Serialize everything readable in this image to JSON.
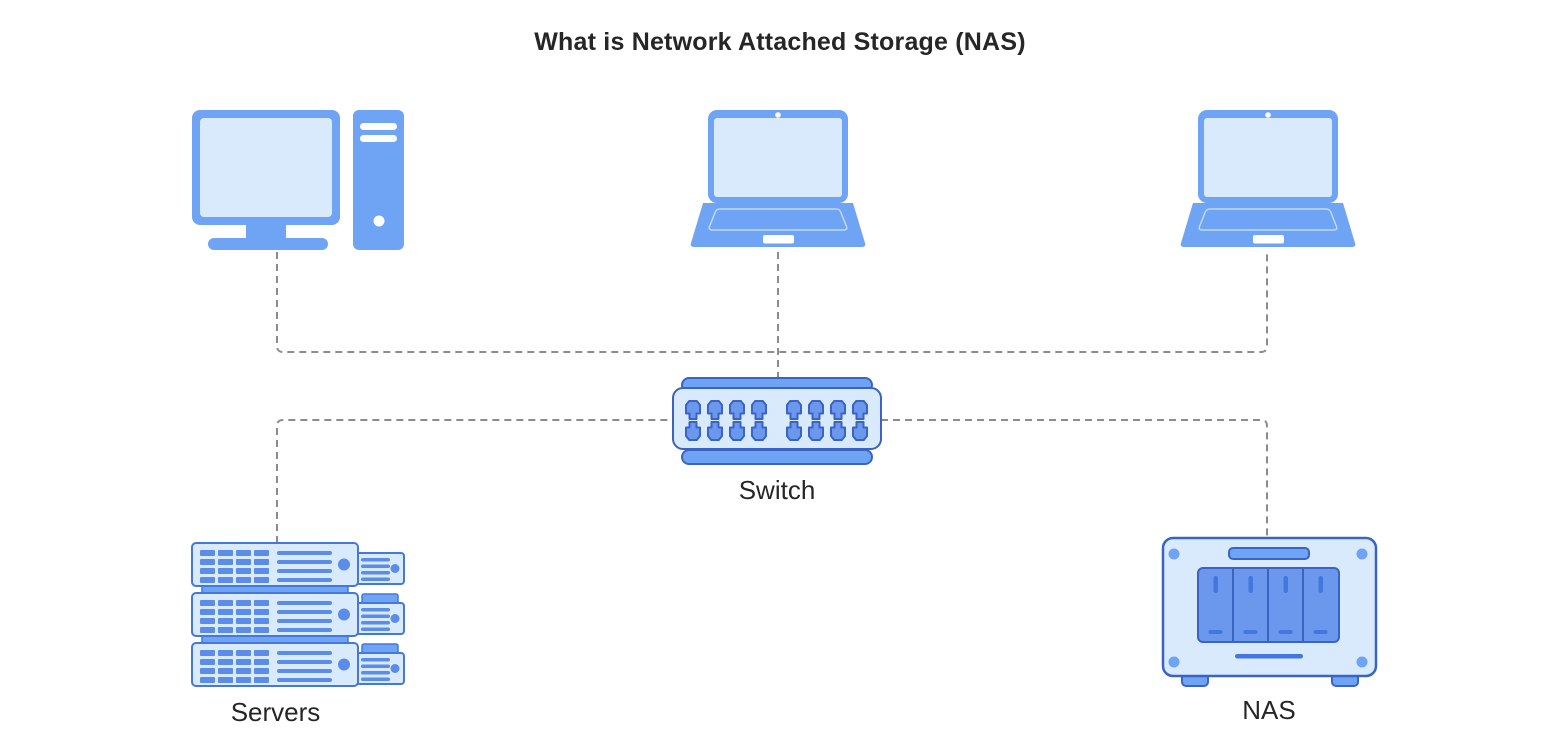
{
  "diagram": {
    "title": "What is Network Attached Storage (NAS)",
    "nodes": [
      {
        "id": "desktop",
        "icon": "desktop-computer-icon",
        "label": ""
      },
      {
        "id": "laptop-1",
        "icon": "laptop-icon",
        "label": ""
      },
      {
        "id": "laptop-2",
        "icon": "laptop-icon",
        "label": ""
      },
      {
        "id": "switch",
        "icon": "network-switch-icon",
        "label": "Switch"
      },
      {
        "id": "servers",
        "icon": "server-stack-icon",
        "label": "Servers"
      },
      {
        "id": "nas",
        "icon": "nas-device-icon",
        "label": "NAS"
      }
    ],
    "edges": [
      {
        "from": "desktop",
        "to": "switch",
        "style": "dashed"
      },
      {
        "from": "laptop-1",
        "to": "switch",
        "style": "dashed"
      },
      {
        "from": "laptop-2",
        "to": "switch",
        "style": "dashed"
      },
      {
        "from": "servers",
        "to": "switch",
        "style": "dashed"
      },
      {
        "from": "nas",
        "to": "switch",
        "style": "dashed"
      }
    ],
    "colors": {
      "blue_medium": "#6FA3F3",
      "blue_fill_light": "#D9EAFC",
      "blue_port": "#6B97EC",
      "blue_accent": "#4377E0",
      "blue_server_detail": "#5A8CE8",
      "blue_server_border": "#4478DC",
      "blue_dark": "#3A63C6",
      "blue_keyboard": "#BFD9F8",
      "line_gray": "#8C8C8C",
      "text_dark": "#262626"
    }
  }
}
